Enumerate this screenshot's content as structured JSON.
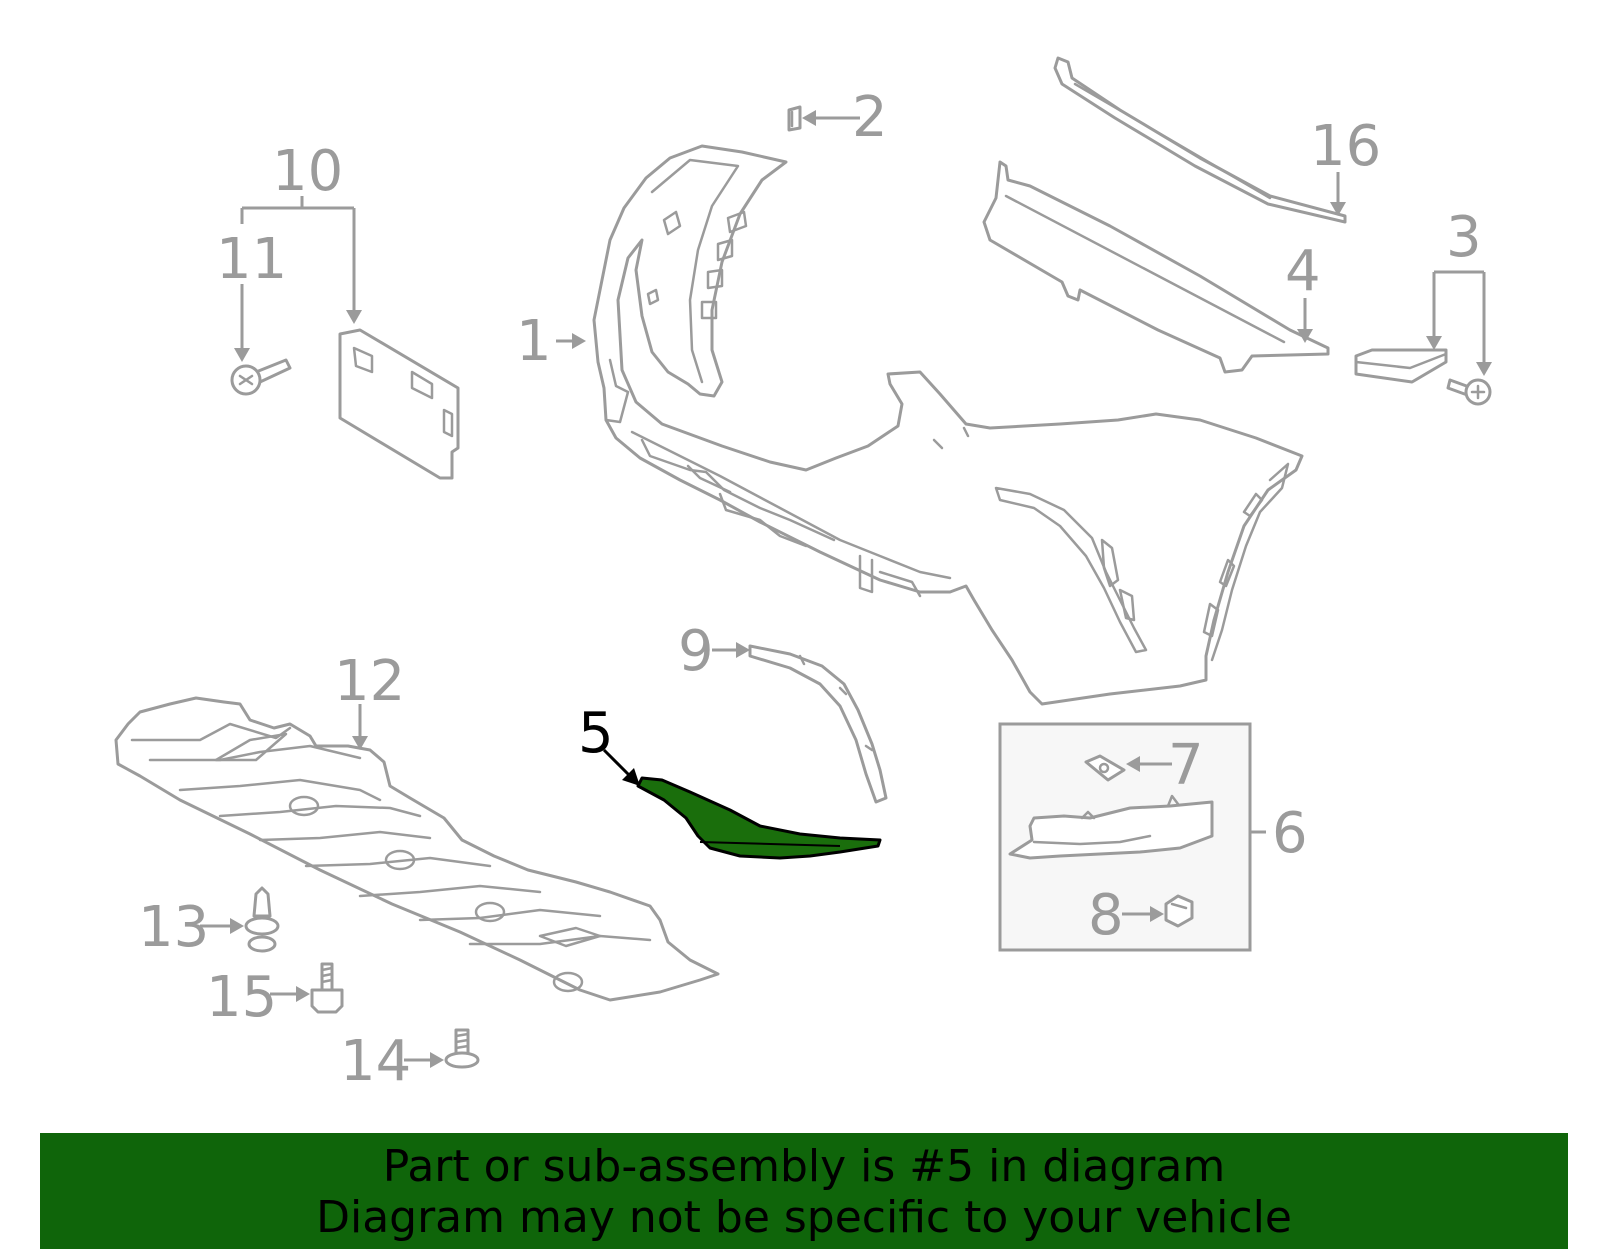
{
  "diagram": {
    "callouts": {
      "c1": "1",
      "c2": "2",
      "c3": "3",
      "c4": "4",
      "c5": "5",
      "c6": "6",
      "c7": "7",
      "c8": "8",
      "c9": "9",
      "c10": "10",
      "c11": "11",
      "c12": "12",
      "c13": "13",
      "c14": "14",
      "c15": "15",
      "c16": "16"
    },
    "highlighted_callout": "5",
    "colors": {
      "line": "#9b9b9b",
      "highlight_fill": "#1a6e0c",
      "banner": "#0f650a"
    }
  },
  "footer": {
    "line1": "Part or sub-assembly is #5 in diagram",
    "line2": "Diagram may not be specific to your vehicle"
  }
}
